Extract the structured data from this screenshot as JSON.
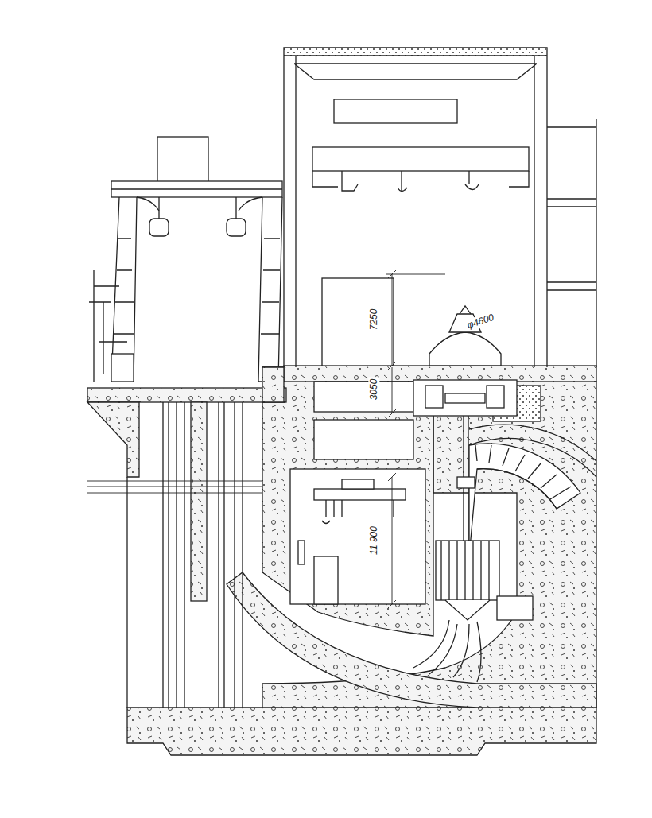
{
  "diagram": {
    "labels": [
      "φ4600",
      "7250",
      "3050",
      "11 900"
    ]
  }
}
